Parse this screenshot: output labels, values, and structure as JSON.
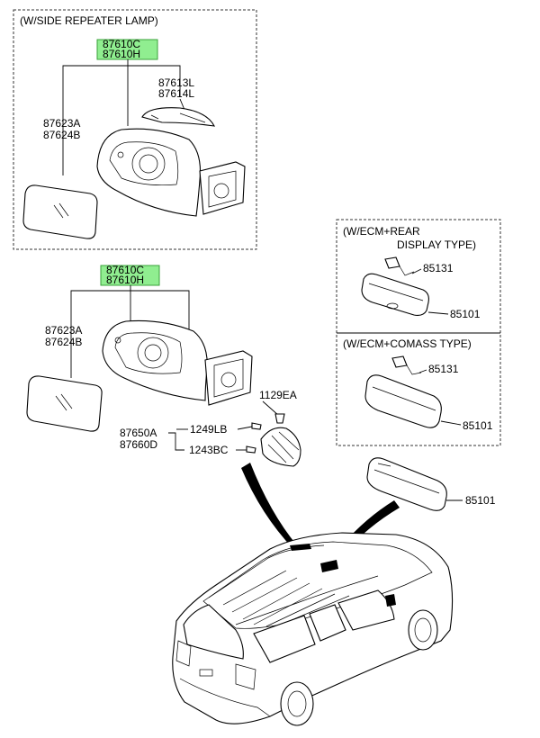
{
  "panels": {
    "top_left": {
      "caption": "(W/SIDE REPEATER LAMP)"
    },
    "right_upper": {
      "caption_line1": "(W/ECM+REAR",
      "caption_line2": "DISPLAY TYPE)"
    },
    "right_lower": {
      "caption": "(W/ECM+COMASS TYPE)"
    }
  },
  "parts": {
    "top": {
      "assy_a": "87610C",
      "assy_b": "87610H",
      "cover_a": "87613L",
      "cover_b": "87614L",
      "glass_a": "87623A",
      "glass_b": "87624B"
    },
    "middle": {
      "assy_a": "87610C",
      "assy_b": "87610H",
      "glass_a": "87623A",
      "glass_b": "87624B",
      "bolt": "1129EA",
      "cover_a": "87650A",
      "cover_b": "87660D",
      "screw_a": "1249LB",
      "screw_b": "1243BC"
    },
    "rear_display": {
      "connector": "85131",
      "mirror": "85101"
    },
    "compass": {
      "connector": "85131",
      "mirror": "85101"
    },
    "standalone": {
      "mirror": "85101"
    }
  },
  "colors": {
    "highlight": "#90ee90",
    "line": "#000000"
  }
}
